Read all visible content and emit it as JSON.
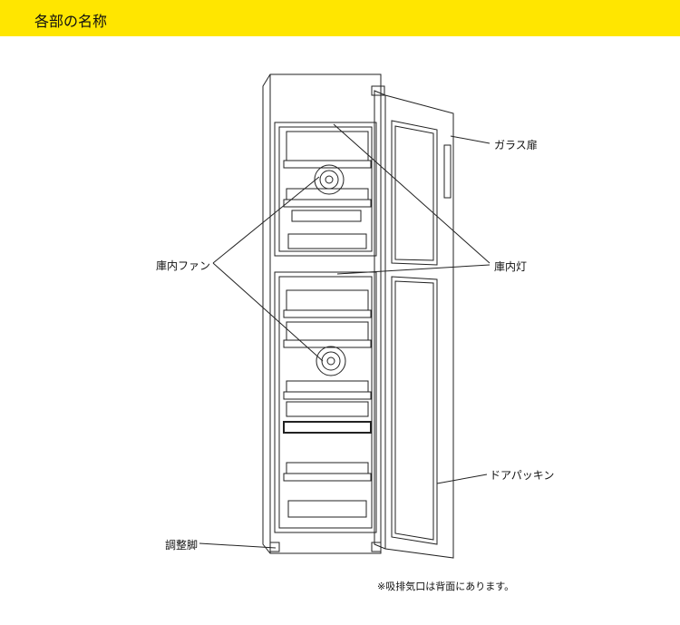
{
  "header": {
    "title": "各部の名称"
  },
  "labels": {
    "glass_door": "ガラス扉",
    "interior_light": "庫内灯",
    "interior_fan": "庫内ファン",
    "door_gasket": "ドアパッキン",
    "adjustable_foot": "調整脚"
  },
  "note": "※吸排気口は背面にあります。",
  "colors": {
    "header": "#FFE600",
    "line": "#222222"
  }
}
